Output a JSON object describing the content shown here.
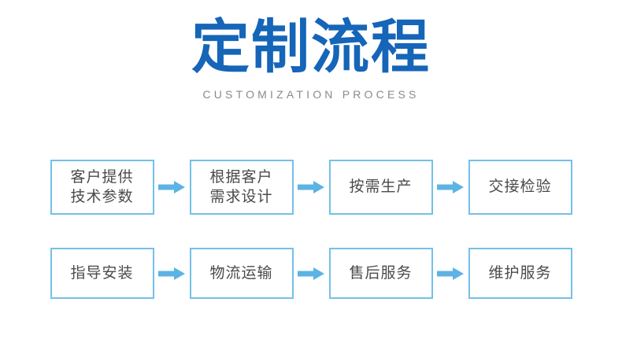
{
  "header": {
    "title": "定制流程",
    "subtitle": "CUSTOMIZATION PROCESS",
    "title_color": "#1565b8",
    "subtitle_color": "#8a8a8a"
  },
  "theme": {
    "background": "#ffffff",
    "box_border": "#74c0e8",
    "box_fill": "#ffffff",
    "box_text": "#4a4a4a",
    "arrow_color": "#5cb3e4"
  },
  "flow": {
    "arrow_icon": "arrow-right-icon",
    "rows": [
      {
        "steps": [
          {
            "lines": [
              "客户提供",
              "技术参数"
            ]
          },
          {
            "lines": [
              "根据客户",
              "需求设计"
            ]
          },
          {
            "lines": [
              "按需生产"
            ]
          },
          {
            "lines": [
              "交接检验"
            ]
          }
        ]
      },
      {
        "steps": [
          {
            "lines": [
              "指导安装"
            ]
          },
          {
            "lines": [
              "物流运输"
            ]
          },
          {
            "lines": [
              "售后服务"
            ]
          },
          {
            "lines": [
              "维护服务"
            ]
          }
        ]
      }
    ]
  }
}
